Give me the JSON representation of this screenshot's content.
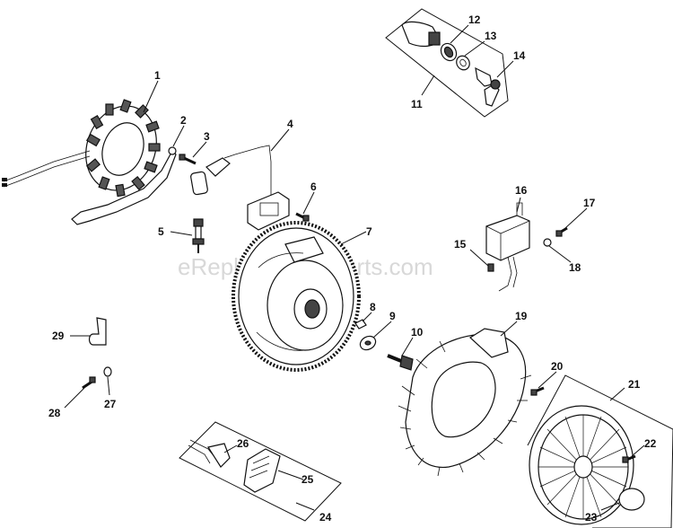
{
  "watermark": "eReplacementParts.com",
  "callouts": [
    "1",
    "2",
    "3",
    "4",
    "5",
    "6",
    "7",
    "8",
    "9",
    "10",
    "11",
    "12",
    "13",
    "14",
    "15",
    "16",
    "17",
    "18",
    "19",
    "20",
    "21",
    "22",
    "23",
    "24",
    "25",
    "26",
    "27",
    "28",
    "29"
  ]
}
